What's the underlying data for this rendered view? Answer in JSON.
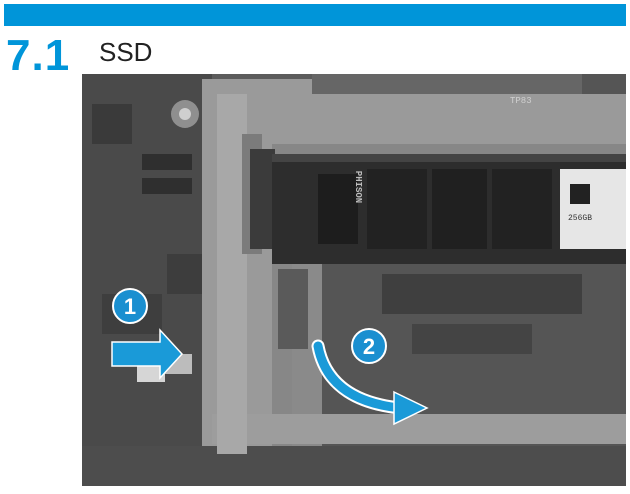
{
  "header": {
    "section_number": "7.1",
    "section_title": "SSD",
    "bar_color": "#0095d9"
  },
  "photo": {
    "description_icon": "ssd-removal-photo",
    "ssd_brand_text": "PHISON",
    "ssd_capacity_text": "256GB",
    "board_label_tp": "TP83",
    "callouts": [
      {
        "number": "1",
        "color": "#0095d9"
      },
      {
        "number": "2",
        "color": "#0095d9"
      }
    ]
  }
}
